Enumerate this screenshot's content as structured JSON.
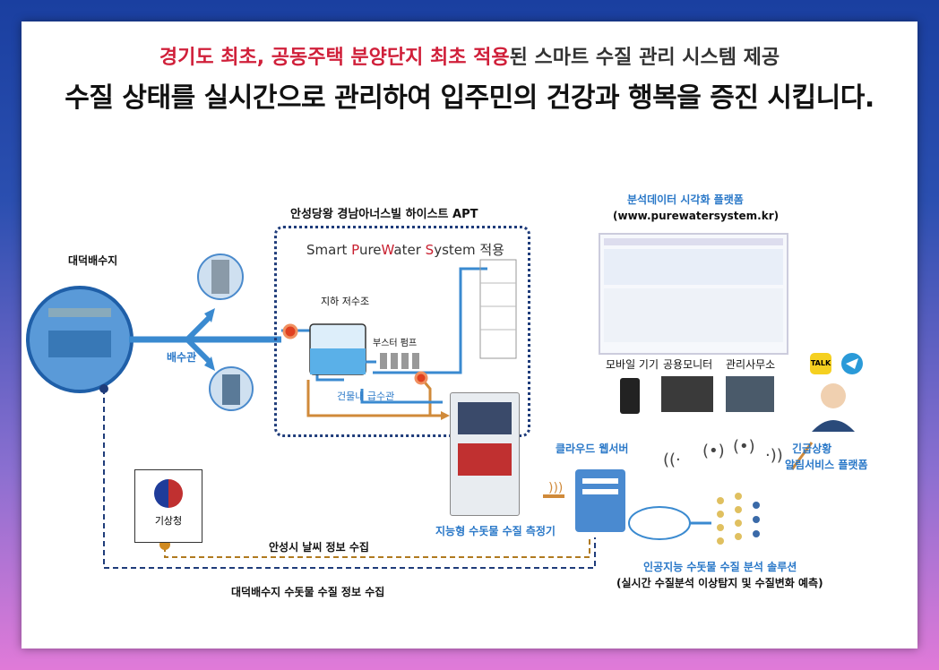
{
  "headline": {
    "line1_red": "경기도 최초, 공동주택 분양단지 최초 적용",
    "line1_rest": "된 스마트 수질 관리 시스템 제공",
    "line2": "수질 상태를 실시간으로 관리하여 입주민의 건강과 행복을 증진 시킵니다."
  },
  "diagram": {
    "reservoir": "대덕배수지",
    "pipe": "배수관",
    "apartment": "안성당왕 경남아너스빌 하이스트 APT",
    "smart_system": {
      "smart": "Smart ",
      "pure": "P",
      "ure": "ure",
      "water": "W",
      "ater": "ater ",
      "sys": "S",
      "ystem": "ystem",
      "apply": " 적용"
    },
    "tank": "지하 저수조",
    "pump": "부스터 펌프",
    "supply_pipe": "건물내 급수관",
    "analyzer": "지능형 수돗물 수질 측정기",
    "cloud_server": "클라우드 웹서버",
    "platform_title": "분석데이터 시각화 플랫폼",
    "platform_url": "(www.purewatersystem.kr)",
    "devices": [
      "모바일 기기",
      "공용모니터",
      "관리사무소"
    ],
    "kakao": "TALK",
    "alert_line1": "긴급상황",
    "alert_line2": "알림서비스 플랫폼",
    "weather_agency": "기상청",
    "weather_collect": "안성시 날씨 정보 수집",
    "water_collect": "대덕배수지 수돗물 수질 정보 수집",
    "ai_title": "인공지능 수돗물 수질 분석 솔루션",
    "ai_sub": "(실시간 수질분석 이상탐지 및 수질변화 예측)"
  },
  "colors": {
    "accent_red": "#d0203a",
    "pipe_blue": "#3a8ad0",
    "pipe_orange": "#d08a3a",
    "dash_navy": "#1f3c7a",
    "label_blue": "#2a78c8"
  }
}
